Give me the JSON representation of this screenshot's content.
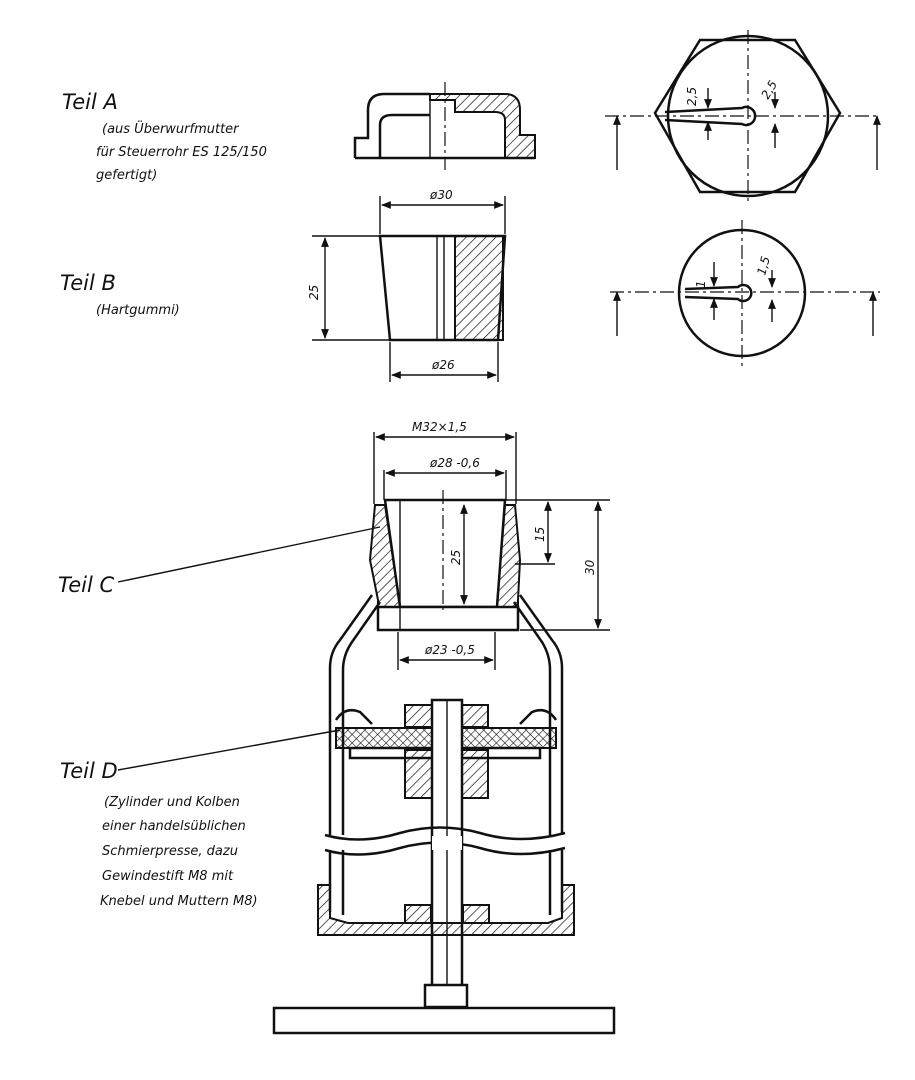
{
  "parts": {
    "a": {
      "title": "Teil A",
      "note": [
        "(aus Überwurfmutter",
        "für Steuerrohr ES 125/150",
        "gefertigt)"
      ]
    },
    "b": {
      "title": "Teil B",
      "note": [
        "(Hartgummi)"
      ]
    },
    "c": {
      "title": "Teil C"
    },
    "d": {
      "title": "Teil D",
      "note": [
        "(Zylinder und Kolben",
        "einer handelsüblichen",
        "Schmierpresse, dazu",
        "Gewindestift M8 mit",
        "Knebel und Muttern M8)"
      ]
    }
  },
  "dimensions": {
    "b_top_dia": "ø30",
    "b_height": "25",
    "b_bottom_dia": "ø26",
    "a_slot_w": "2,5",
    "a_slot_r": "2,5",
    "b_slot_w": "1",
    "b_slot_r": "1,5",
    "c_thread": "M32×1,5",
    "c_top_dia": "ø28 -0,6",
    "c_inner_len": "25",
    "c_upper": "15",
    "c_total": "30",
    "c_bottom_dia": "ø23 -0,5"
  }
}
